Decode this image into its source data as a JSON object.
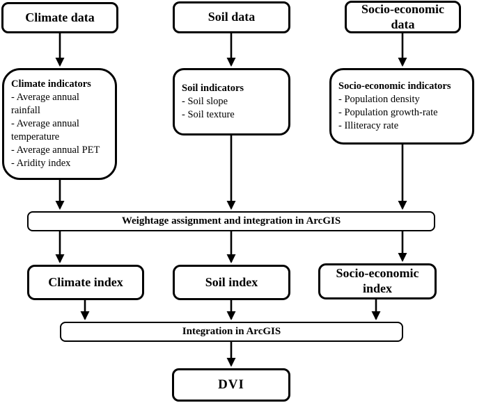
{
  "diagram": {
    "sources": [
      {
        "label": "Climate data"
      },
      {
        "label": "Soil data"
      },
      {
        "label": "Socio-economic data"
      }
    ],
    "indicators": [
      {
        "title": "Climate indicators",
        "items": [
          "- Average annual rainfall",
          "- Average annual temperature",
          "- Average annual PET",
          "- Aridity index"
        ]
      },
      {
        "title": "Soil indicators",
        "items": [
          "- Soil slope",
          "- Soil texture"
        ]
      },
      {
        "title": "Socio-economic indicators",
        "items": [
          "- Population density",
          "- Population growth-rate",
          "- Illiteracy rate"
        ]
      }
    ],
    "weightage_bar_label": "Weightage assignment and integration in ArcGIS",
    "indices": [
      {
        "label": "Climate index"
      },
      {
        "label": "Soil index"
      },
      {
        "label": "Socio-economic index"
      }
    ],
    "integration_bar_label": "Integration in ArcGIS",
    "final_box_label": "DVI",
    "colors": {
      "line": "#000000",
      "background": "#ffffff"
    }
  }
}
